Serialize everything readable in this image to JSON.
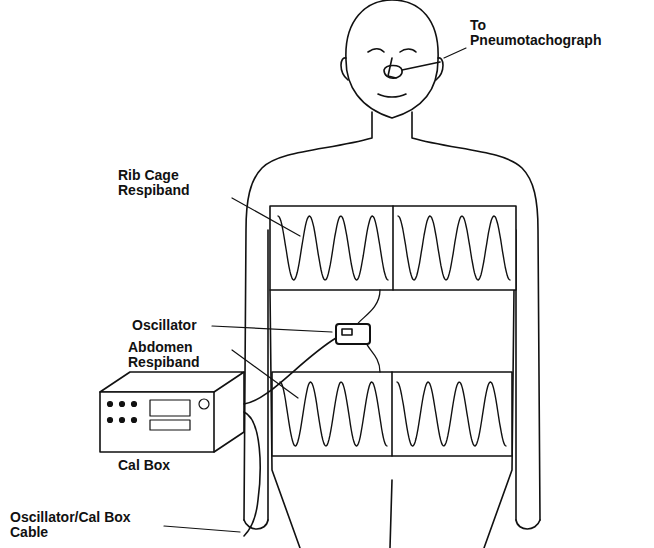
{
  "diagram": {
    "labels": [
      "To Pneumotachograph",
      "Rib Cage Respiband",
      "Oscillator",
      "Abdomen Respiband",
      "Cal Box",
      "Oscillator/Cal Box Cable"
    ]
  }
}
